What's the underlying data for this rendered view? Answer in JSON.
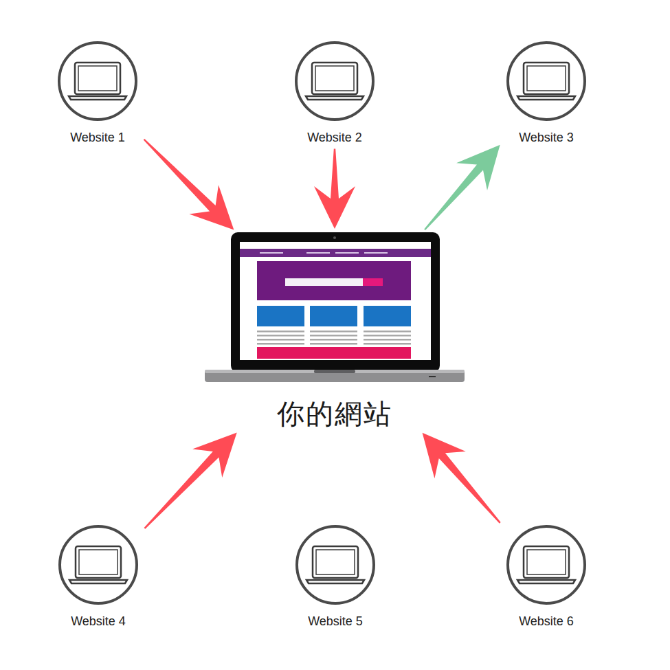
{
  "diagram": {
    "nodes": [
      {
        "text": [
          "Website 1"
        ]
      },
      {
        "text": [
          "Website 2"
        ]
      },
      {
        "text": [
          "Website 3"
        ]
      },
      {
        "text": [
          "你的網站"
        ]
      },
      {
        "text": [
          "Website 4"
        ]
      },
      {
        "text": [
          "Website 5"
        ]
      },
      {
        "text": [
          "Website 6"
        ]
      }
    ],
    "edges": [
      {
        "from": 0,
        "to": 3,
        "arrow": "to"
      },
      {
        "from": 1,
        "to": 3,
        "arrow": "to"
      },
      {
        "from": 3,
        "to": 2,
        "arrow": "to"
      },
      {
        "from": 4,
        "to": 3,
        "arrow": "to"
      },
      {
        "from": 6,
        "to": 3,
        "arrow": "to"
      }
    ]
  }
}
